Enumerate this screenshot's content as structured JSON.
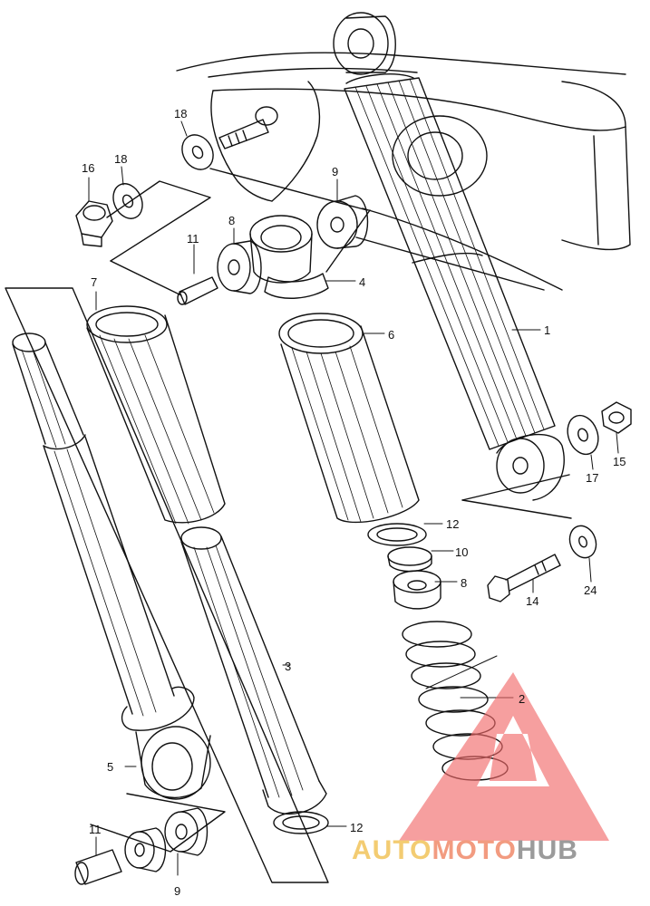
{
  "callouts": {
    "c1": "1",
    "c2": "2",
    "c3": "3",
    "c4": "4",
    "c5": "5",
    "c6": "6",
    "c7": "7",
    "c8_top": "8",
    "c8_mid": "8",
    "c9_top": "9",
    "c9_bottom": "9",
    "c10": "10",
    "c11_top": "11",
    "c11_bottom": "11",
    "c12_mid": "12",
    "c12_bottom": "12",
    "c14": "14",
    "c15": "15",
    "c16": "16",
    "c17": "17",
    "c18_top": "18",
    "c18_left": "18",
    "c24": "24"
  },
  "watermark": {
    "part1": "AUTO",
    "part2": "MOTO",
    "part3": "HUB",
    "colors": {
      "auto": "#f2c45a",
      "moto": "#f08a6a",
      "hub": "#8a8a8a",
      "triangle": "#f26a6a"
    }
  }
}
